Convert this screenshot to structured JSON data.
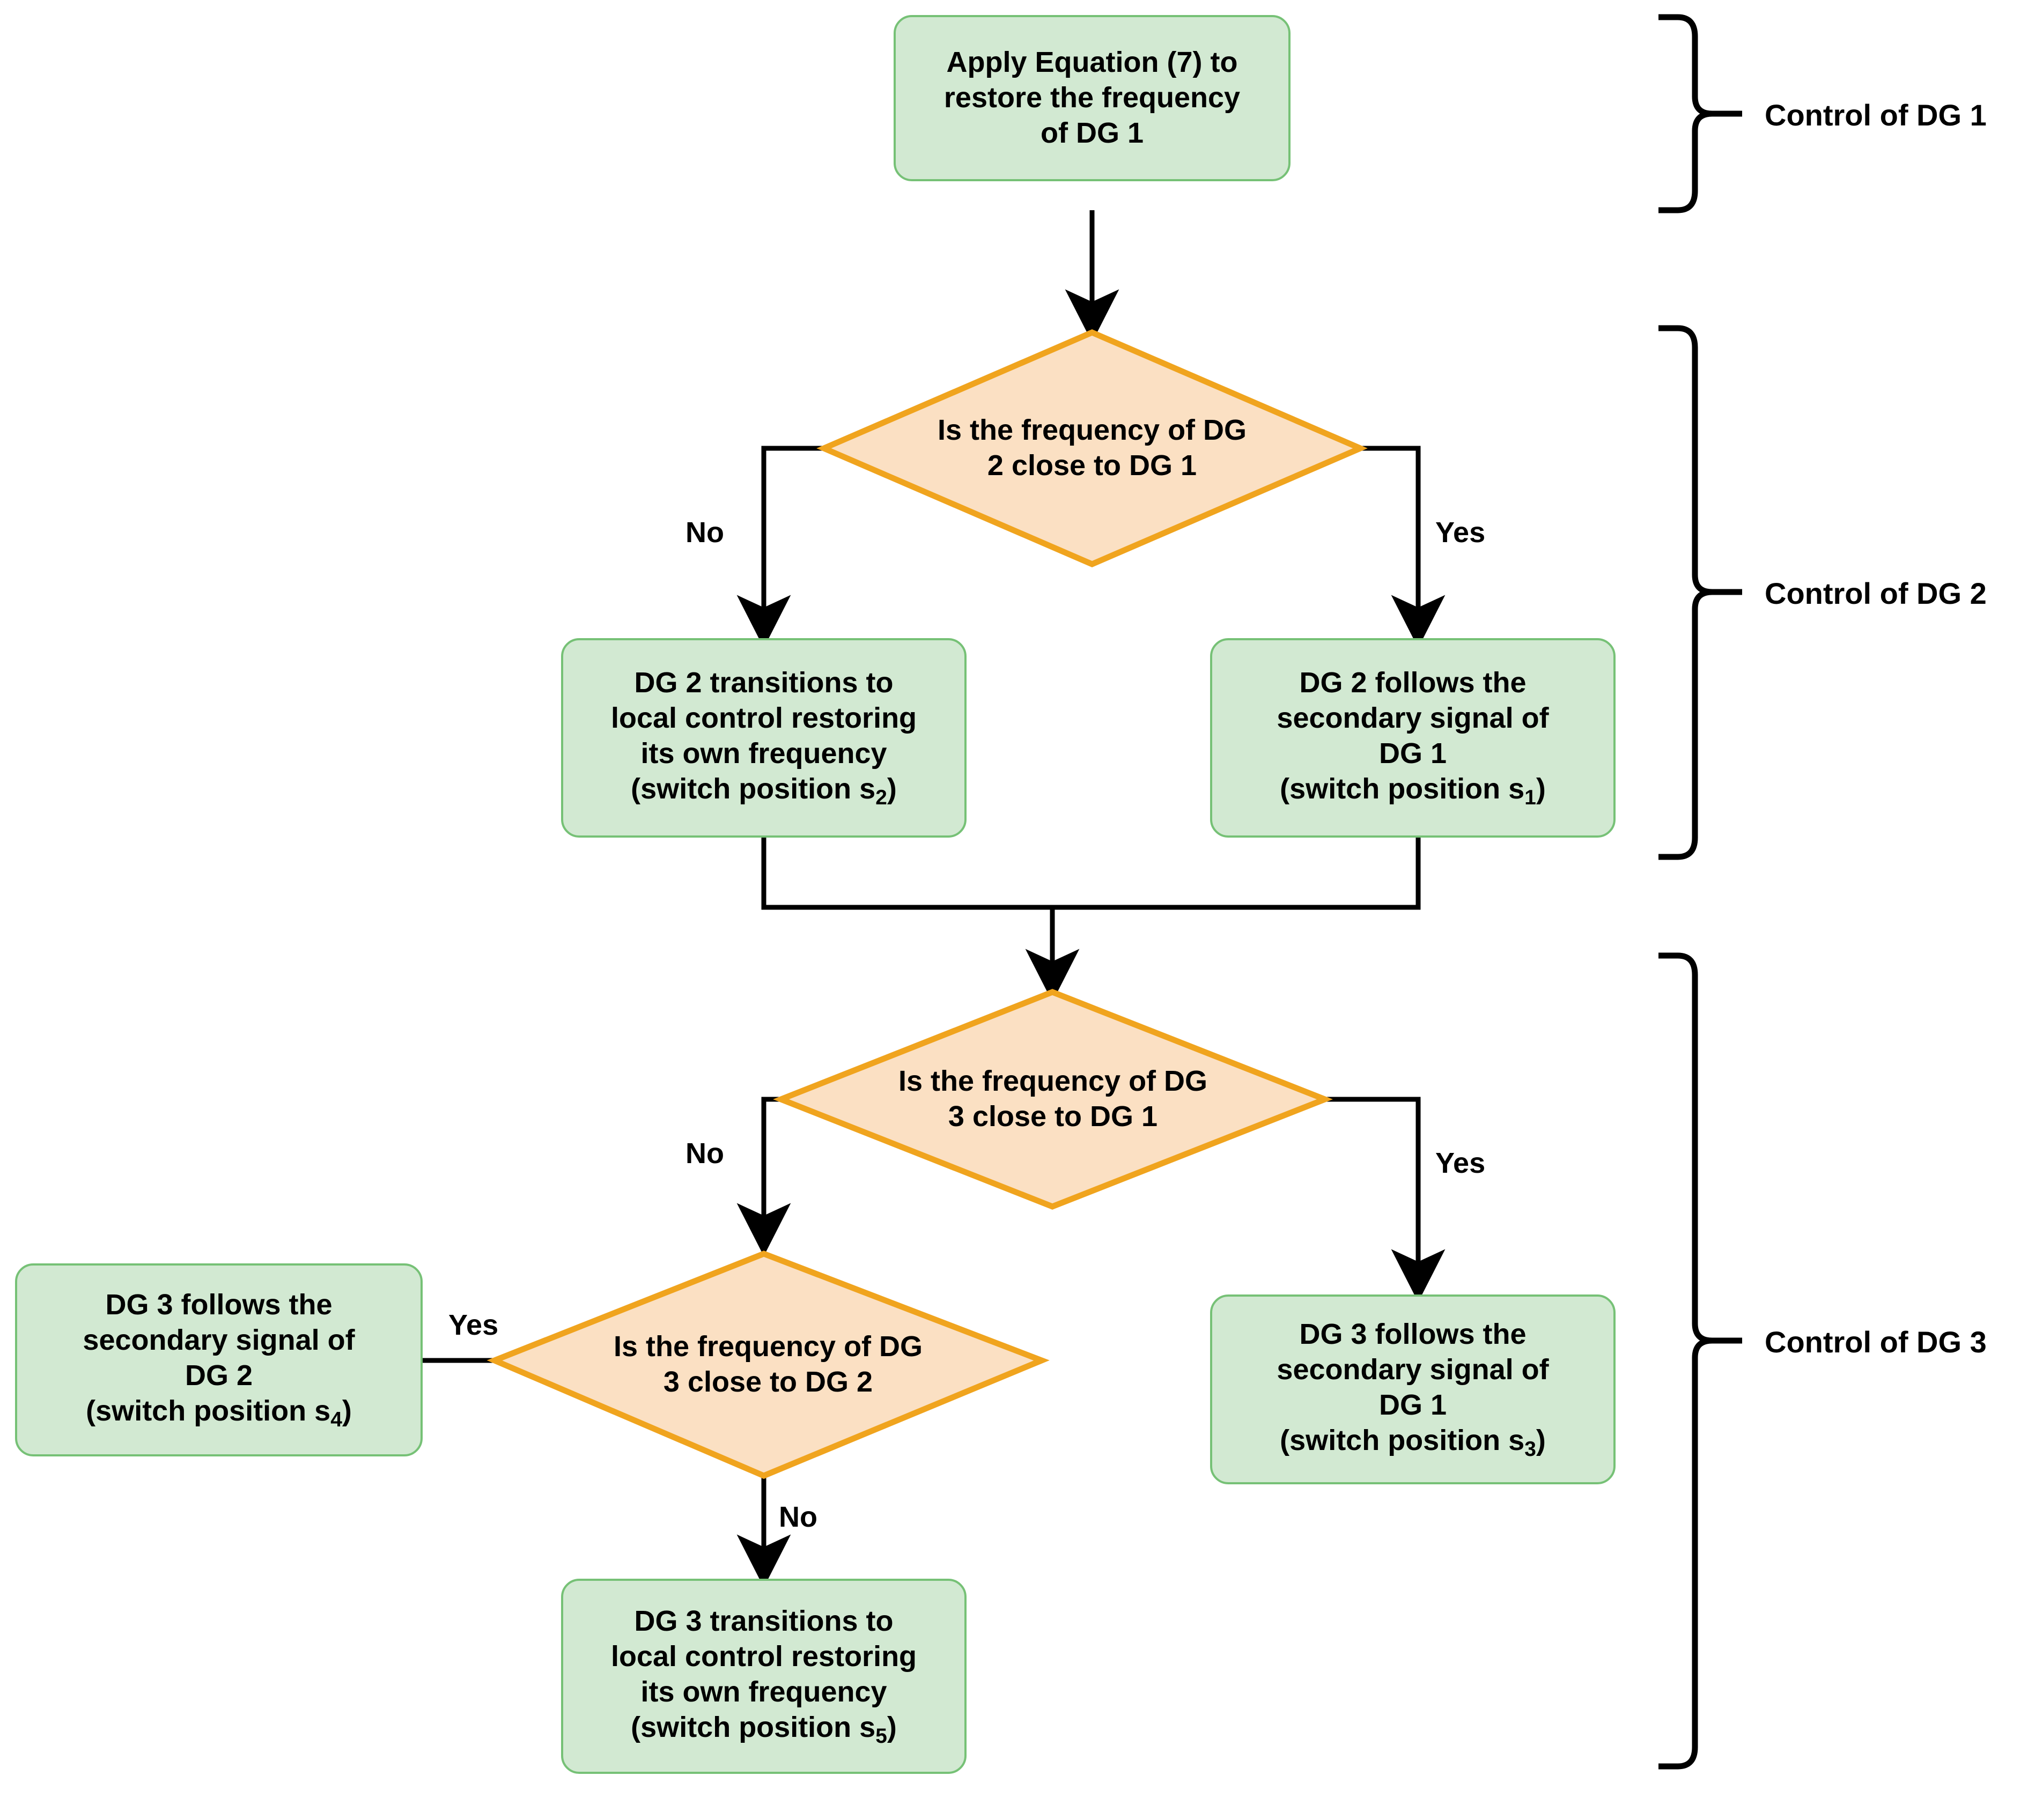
{
  "diagram": {
    "type": "flowchart",
    "title": "",
    "colors": {
      "process_fill": "#d2e9d2",
      "process_border": "#76c176",
      "decision_fill": "#fbe0c3",
      "decision_border": "#f0a41e",
      "edge": "#000000",
      "text": "#000000",
      "background": "#ffffff"
    },
    "nodes": {
      "start": {
        "shape": "process",
        "lines": [
          "Apply Equation (7) to",
          "restore the frequency",
          "of DG 1"
        ]
      },
      "decision_dg2": {
        "shape": "decision",
        "lines": [
          "Is the frequency of DG",
          "2 close to DG 1"
        ]
      },
      "dg2_local": {
        "shape": "process",
        "lines": [
          "DG 2 transitions to",
          "local control restoring",
          "its own frequency",
          "(switch position s",
          "2",
          ")"
        ],
        "text_pre": "DG 2 transitions to\nlocal control restoring\nits own frequency\n(switch position s",
        "sub": "2",
        "text_post": ")"
      },
      "dg2_follow": {
        "shape": "process",
        "text_pre": "DG 2 follows the\nsecondary signal of\nDG 1\n(switch position s",
        "sub": "1",
        "text_post": ")"
      },
      "decision_dg3_dg1": {
        "shape": "decision",
        "lines": [
          "Is the frequency of DG",
          "3 close to DG 1"
        ]
      },
      "decision_dg3_dg2": {
        "shape": "decision",
        "lines": [
          "Is the frequency of DG",
          "3 close to DG 2"
        ]
      },
      "dg3_follow_dg2": {
        "shape": "process",
        "text_pre": "DG 3 follows the\nsecondary signal of\nDG 2\n(switch position s",
        "sub": "4",
        "text_post": ")"
      },
      "dg3_follow_dg1": {
        "shape": "process",
        "text_pre": "DG 3 follows the\nsecondary signal of\nDG 1\n(switch position s",
        "sub": "3",
        "text_post": ")"
      },
      "dg3_local": {
        "shape": "process",
        "text_pre": "DG 3 transitions to\nlocal control restoring\nits own frequency\n(switch position s",
        "sub": "5",
        "text_post": ")"
      }
    },
    "edge_labels": {
      "dg2_no": "No",
      "dg2_yes": "Yes",
      "dg3a_no": "No",
      "dg3a_yes": "Yes",
      "dg3b_yes": "Yes",
      "dg3b_no": "No"
    },
    "braces": [
      {
        "label": "Control of DG 1"
      },
      {
        "label": "Control of DG 2"
      },
      {
        "label": "Control of DG 3"
      }
    ]
  }
}
